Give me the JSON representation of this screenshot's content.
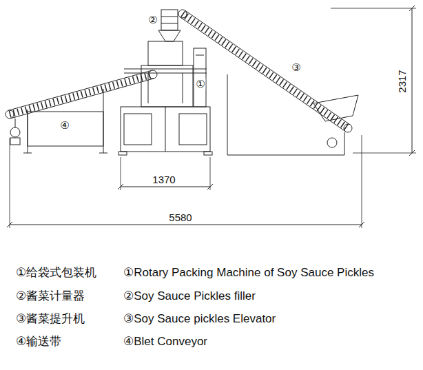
{
  "diagram": {
    "labels": [
      "②",
      "①",
      "③",
      "④",
      "2317",
      "1370",
      "5580",
      "①给袋式包装机",
      "①Rotary Packing Machine of Soy Sauce Pickles",
      "②酱菜计量器",
      "②Soy Sauce Pickles filler",
      "③酱菜提升机",
      "③Soy Sauce pickles Elevator",
      "④输送带",
      "④Blet Conveyor"
    ]
  }
}
